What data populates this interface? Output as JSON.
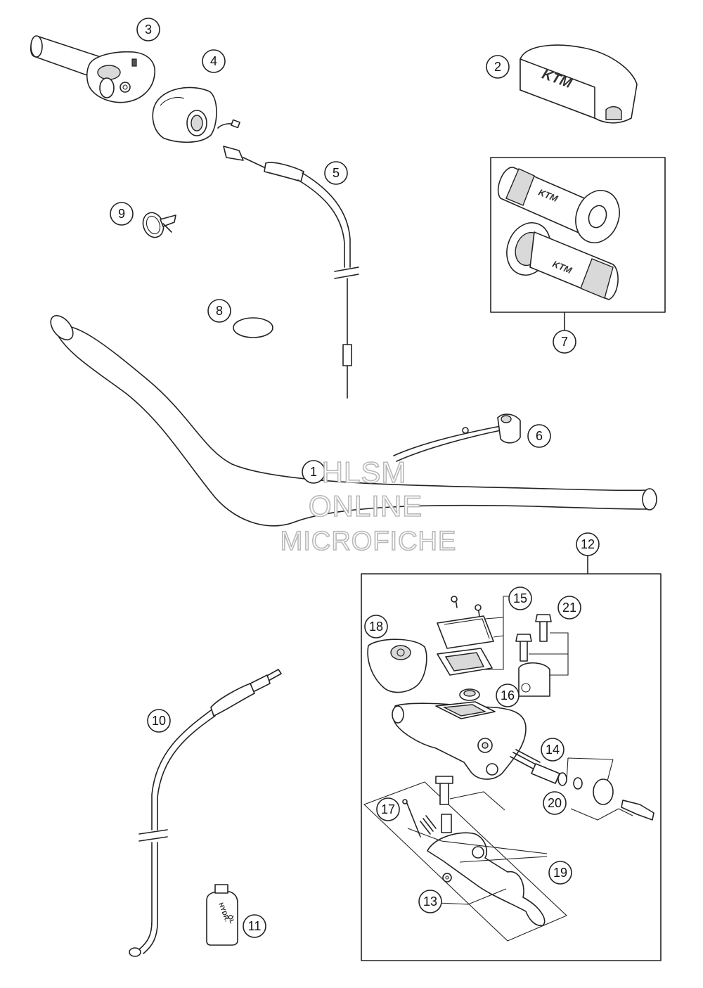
{
  "callouts": [
    {
      "id": "1",
      "label": "1"
    },
    {
      "id": "2",
      "label": "2"
    },
    {
      "id": "3",
      "label": "3"
    },
    {
      "id": "4",
      "label": "4"
    },
    {
      "id": "5",
      "label": "5"
    },
    {
      "id": "6",
      "label": "6"
    },
    {
      "id": "7",
      "label": "7"
    },
    {
      "id": "8",
      "label": "8"
    },
    {
      "id": "9",
      "label": "9"
    },
    {
      "id": "10",
      "label": "10"
    },
    {
      "id": "11",
      "label": "11"
    },
    {
      "id": "12",
      "label": "12"
    },
    {
      "id": "13",
      "label": "13"
    },
    {
      "id": "14",
      "label": "14"
    },
    {
      "id": "15",
      "label": "15"
    },
    {
      "id": "16",
      "label": "16"
    },
    {
      "id": "17",
      "label": "17"
    },
    {
      "id": "18",
      "label": "18"
    },
    {
      "id": "19",
      "label": "19"
    },
    {
      "id": "20",
      "label": "20"
    },
    {
      "id": "21",
      "label": "21"
    }
  ],
  "watermark": {
    "line1": "HLSM",
    "line2": "ONLINE",
    "line3": "MICROFICHE"
  },
  "logos": {
    "pad_brand": "KTM",
    "grip_brand": "KTM"
  },
  "bottle_label": {
    "line1": "HYDR.",
    "line2": "ÖL"
  },
  "colors": {
    "line": "#222222",
    "background": "#ffffff",
    "watermark_outline": "#b9b9b9"
  }
}
